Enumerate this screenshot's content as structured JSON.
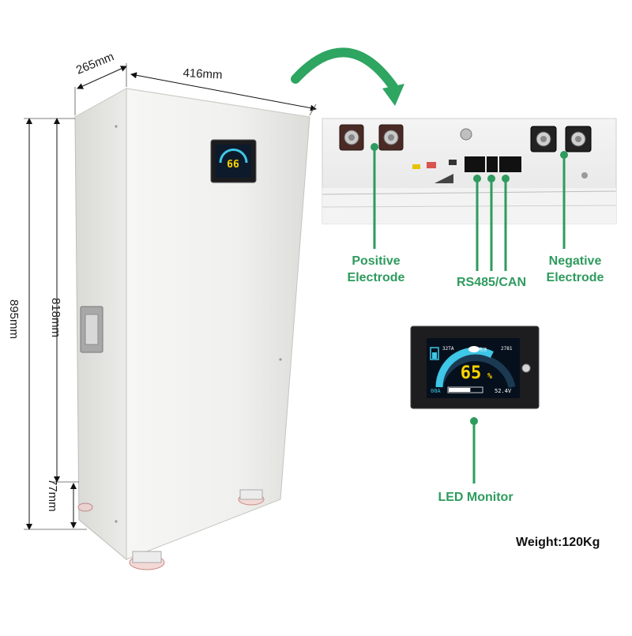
{
  "dimensions": {
    "depth": "265mm",
    "width": "416mm",
    "total_height": "895mm",
    "body_height": "818mm",
    "base_height": "77mm"
  },
  "callouts": {
    "positive_line1": "Positive",
    "positive_line2": "Electrode",
    "negative_line1": "Negative",
    "negative_line2": "Electrode",
    "comm": "RS485/CAN",
    "led": "LED Monitor"
  },
  "weight": "Weight:120Kg",
  "monitor": {
    "percent": "65",
    "percent_sign": "%",
    "top_left": "32TA",
    "top_right": "2781",
    "bottom_left": "00A",
    "bottom_right": "52.4V",
    "center_icon_text": "电池",
    "level_fraction": 0.65
  },
  "small_display": {
    "percent": "66"
  },
  "colors": {
    "callout_green": "#2e9b5e",
    "cabinet": "#f2f2ef",
    "lcd_yellow": "#ffd400",
    "lcd_cyan": "#3ec7e6"
  }
}
